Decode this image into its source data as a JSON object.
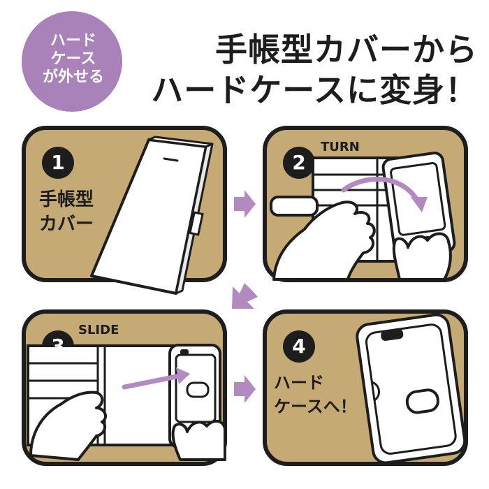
{
  "badge": {
    "lines": [
      "ハード",
      "ケース",
      "が外せる"
    ]
  },
  "headline": {
    "line1": "手帳型カバーから",
    "line2": "ハードケースに変身！"
  },
  "steps": [
    {
      "number": "1",
      "label_lines": [
        "手帳型",
        "カバー"
      ]
    },
    {
      "number": "2",
      "action": "TURN"
    },
    {
      "number": "3",
      "action": "SLIDE"
    },
    {
      "number": "4",
      "label_lines": [
        "ハード",
        "ケースへ！"
      ]
    }
  ],
  "colors": {
    "badge": "#a882b8",
    "arrow": "#b389c2",
    "panel_fill": "#c5aa75",
    "panel_border": "#1d1d1d",
    "white": "#ffffff"
  },
  "icons": [
    "right-arrow-icon",
    "down-left-arrow-icon",
    "curved-turn-arrow-icon",
    "slide-arrow-icon"
  ]
}
